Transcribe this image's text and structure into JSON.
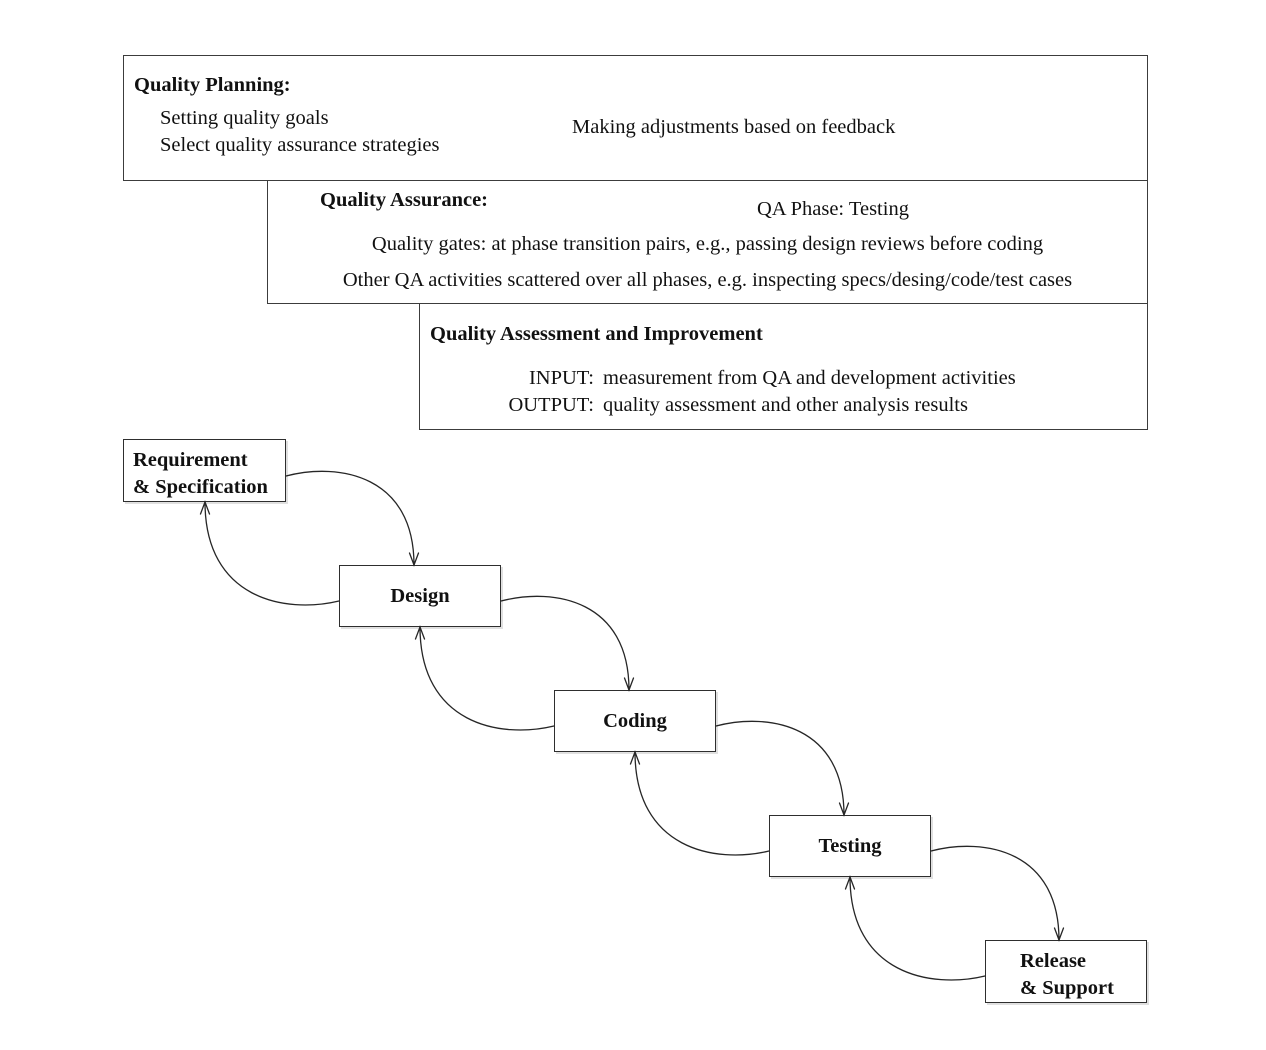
{
  "planning": {
    "title": "Quality Planning:",
    "items": [
      "Setting quality goals",
      "Select quality assurance strategies"
    ],
    "feedback_note": "Making adjustments based on feedback"
  },
  "assurance": {
    "title": "Quality Assurance:",
    "phase_note": "QA Phase: Testing",
    "gates_line": "Quality gates: at phase transition pairs, e.g., passing design reviews before coding",
    "other_line": "Other QA activities scattered over all phases, e.g. inspecting specs/desing/code/test cases"
  },
  "assessment": {
    "title": "Quality Assessment and Improvement",
    "rows": [
      {
        "label": "INPUT:",
        "text": "measurement from QA and development activities"
      },
      {
        "label": "OUTPUT:",
        "text": "quality assessment and other analysis results"
      }
    ]
  },
  "phases": [
    {
      "label": "Requirement\n& Specification"
    },
    {
      "label": "Design"
    },
    {
      "label": "Coding"
    },
    {
      "label": "Testing"
    },
    {
      "label": "Release\n& Support"
    }
  ],
  "flow_connections": [
    {
      "from": "Requirement & Specification",
      "to": "Design",
      "bidirectional": true
    },
    {
      "from": "Design",
      "to": "Coding",
      "bidirectional": true
    },
    {
      "from": "Coding",
      "to": "Testing",
      "bidirectional": true
    },
    {
      "from": "Testing",
      "to": "Release & Support",
      "bidirectional": true
    }
  ],
  "colors": {
    "background": "#ffffff",
    "line": "#262626",
    "text": "#111111"
  }
}
